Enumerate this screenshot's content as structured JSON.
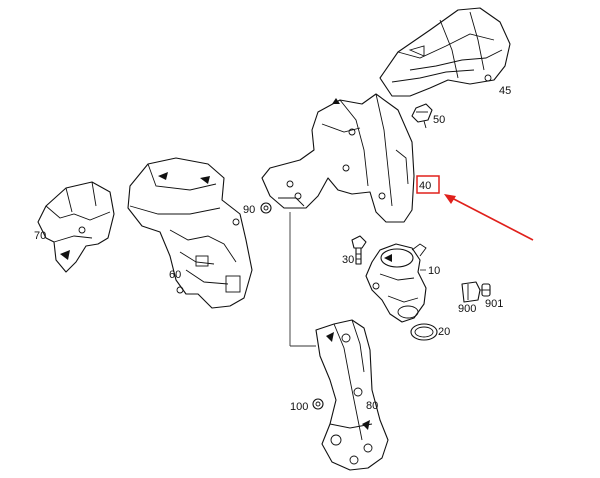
{
  "diagram": {
    "labels": {
      "p10": "10",
      "p20": "20",
      "p30": "30",
      "p40": "40",
      "p45": "45",
      "p50": "50",
      "p60": "60",
      "p70": "70",
      "p80": "80",
      "p90": "90",
      "p100": "100",
      "p900": "900",
      "p901": "901"
    },
    "highlight": {
      "target_label": "40",
      "color": "#e0201b"
    },
    "colors": {
      "line": "#111111",
      "background": "#ffffff"
    }
  }
}
